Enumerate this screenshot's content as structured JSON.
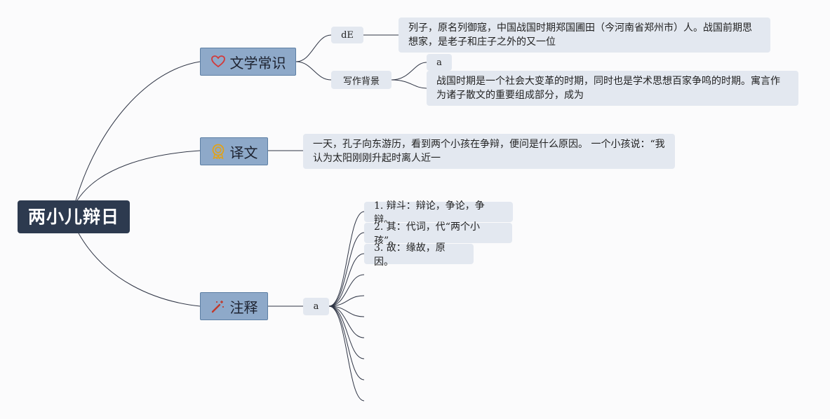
{
  "root": {
    "label": "两小儿辩日"
  },
  "branches": {
    "literature": {
      "label": "文学常识",
      "icon": "heart-icon",
      "children": {
        "de": {
          "label": "dE",
          "text": "列子，原名列御寇，中国战国时期郑国圃田（今河南省郑州市）人。战国前期思想家，是老子和庄子之外的又一位"
        },
        "background": {
          "label": "写作背景",
          "child_a": "a",
          "text": "战国时期是一个社会大变革的时期，同时也是学术思想百家争鸣的时期。寓言作为诸子散文的重要组成部分，成为"
        }
      }
    },
    "translation": {
      "label": "译文",
      "icon": "badge-icon",
      "text": "一天，孔子向东游历，看到两个小孩在争辩，便问是什么原因。 一个小孩说：“我认为太阳刚刚升起时离人近一"
    },
    "notes": {
      "label": "注释",
      "icon": "magic-wand-icon",
      "hub": "a",
      "items": [
        "1. 辩斗：辩论，争论，争辩。",
        "2. 其：代词，代“两个小孩”。",
        "3. 故：缘故，原因。"
      ]
    }
  },
  "colors": {
    "root_bg": "#2d3a4f",
    "main_bg": "#8ea9c9",
    "sub_bg": "#e3e8f0",
    "line": "#2f3545",
    "heart": "#d23a3a",
    "badge": "#e0a21b",
    "wand": "#c0392b"
  }
}
